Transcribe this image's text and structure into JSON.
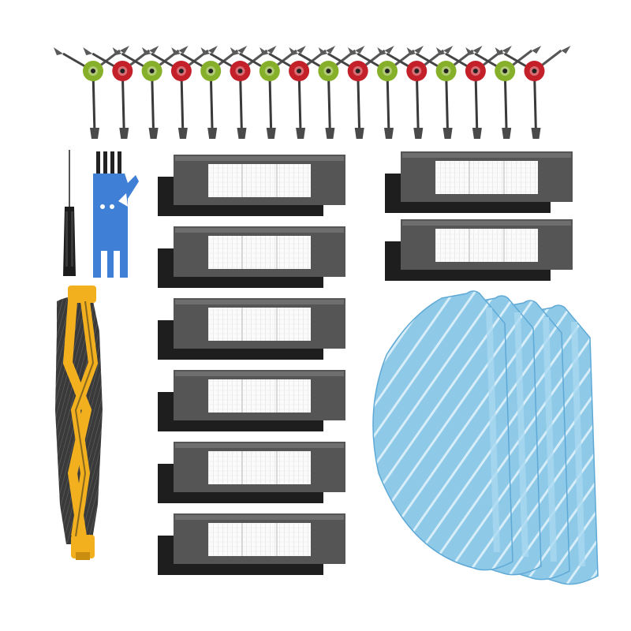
{
  "image": {
    "subject": "robot-vacuum-accessory-kit",
    "background": "#ffffff"
  },
  "parts": {
    "side_brushes": {
      "count": 16,
      "hub_colors": [
        "green",
        "red",
        "green",
        "red",
        "green",
        "red",
        "green",
        "red",
        "green",
        "red",
        "green",
        "red",
        "green",
        "red",
        "green",
        "red"
      ]
    },
    "screwdriver": {
      "count": 1
    },
    "cleaning_tool": {
      "count": 1,
      "color": "#3f7fd6"
    },
    "main_brush": {
      "count": 1,
      "frame_color": "#f2b01e",
      "bristle_color": "#3a3a3a"
    },
    "hepa_filters": {
      "count": 8
    },
    "mop_pads": {
      "count": 4,
      "color": "#8ec9e8"
    }
  },
  "colors": {
    "hub_green": "#86b02a",
    "hub_red": "#c4202a",
    "filter_frame": "#555555",
    "filter_mesh": "#f5f5f5",
    "sponge": "#1e1e1e",
    "tool_blue": "#3f7fd6",
    "brush_yellow": "#f2b01e",
    "mop_blue": "#8ec9e8"
  }
}
